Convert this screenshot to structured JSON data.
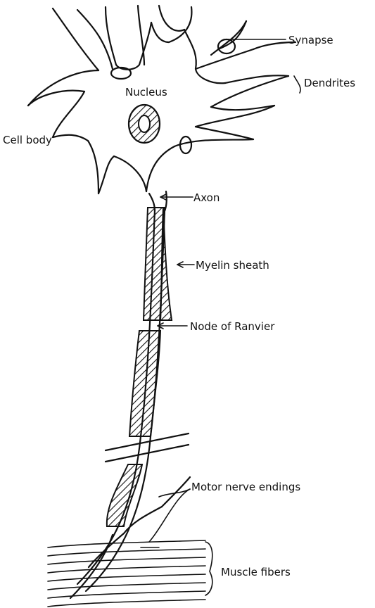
{
  "labels": {
    "synapse": "Synapse",
    "dendrites": "Dendrites",
    "nucleus": "Nucleus",
    "cell_body": "Cell body",
    "axon": "Axon",
    "myelin_sheath": "Myelin sheath",
    "node_of_ranvier": "Node of Ranvier",
    "motor_nerve_endings": "Motor nerve endings",
    "muscle_fibers": "Muscle fibers"
  },
  "colors": {
    "ink": "#111111",
    "background": "#ffffff"
  }
}
